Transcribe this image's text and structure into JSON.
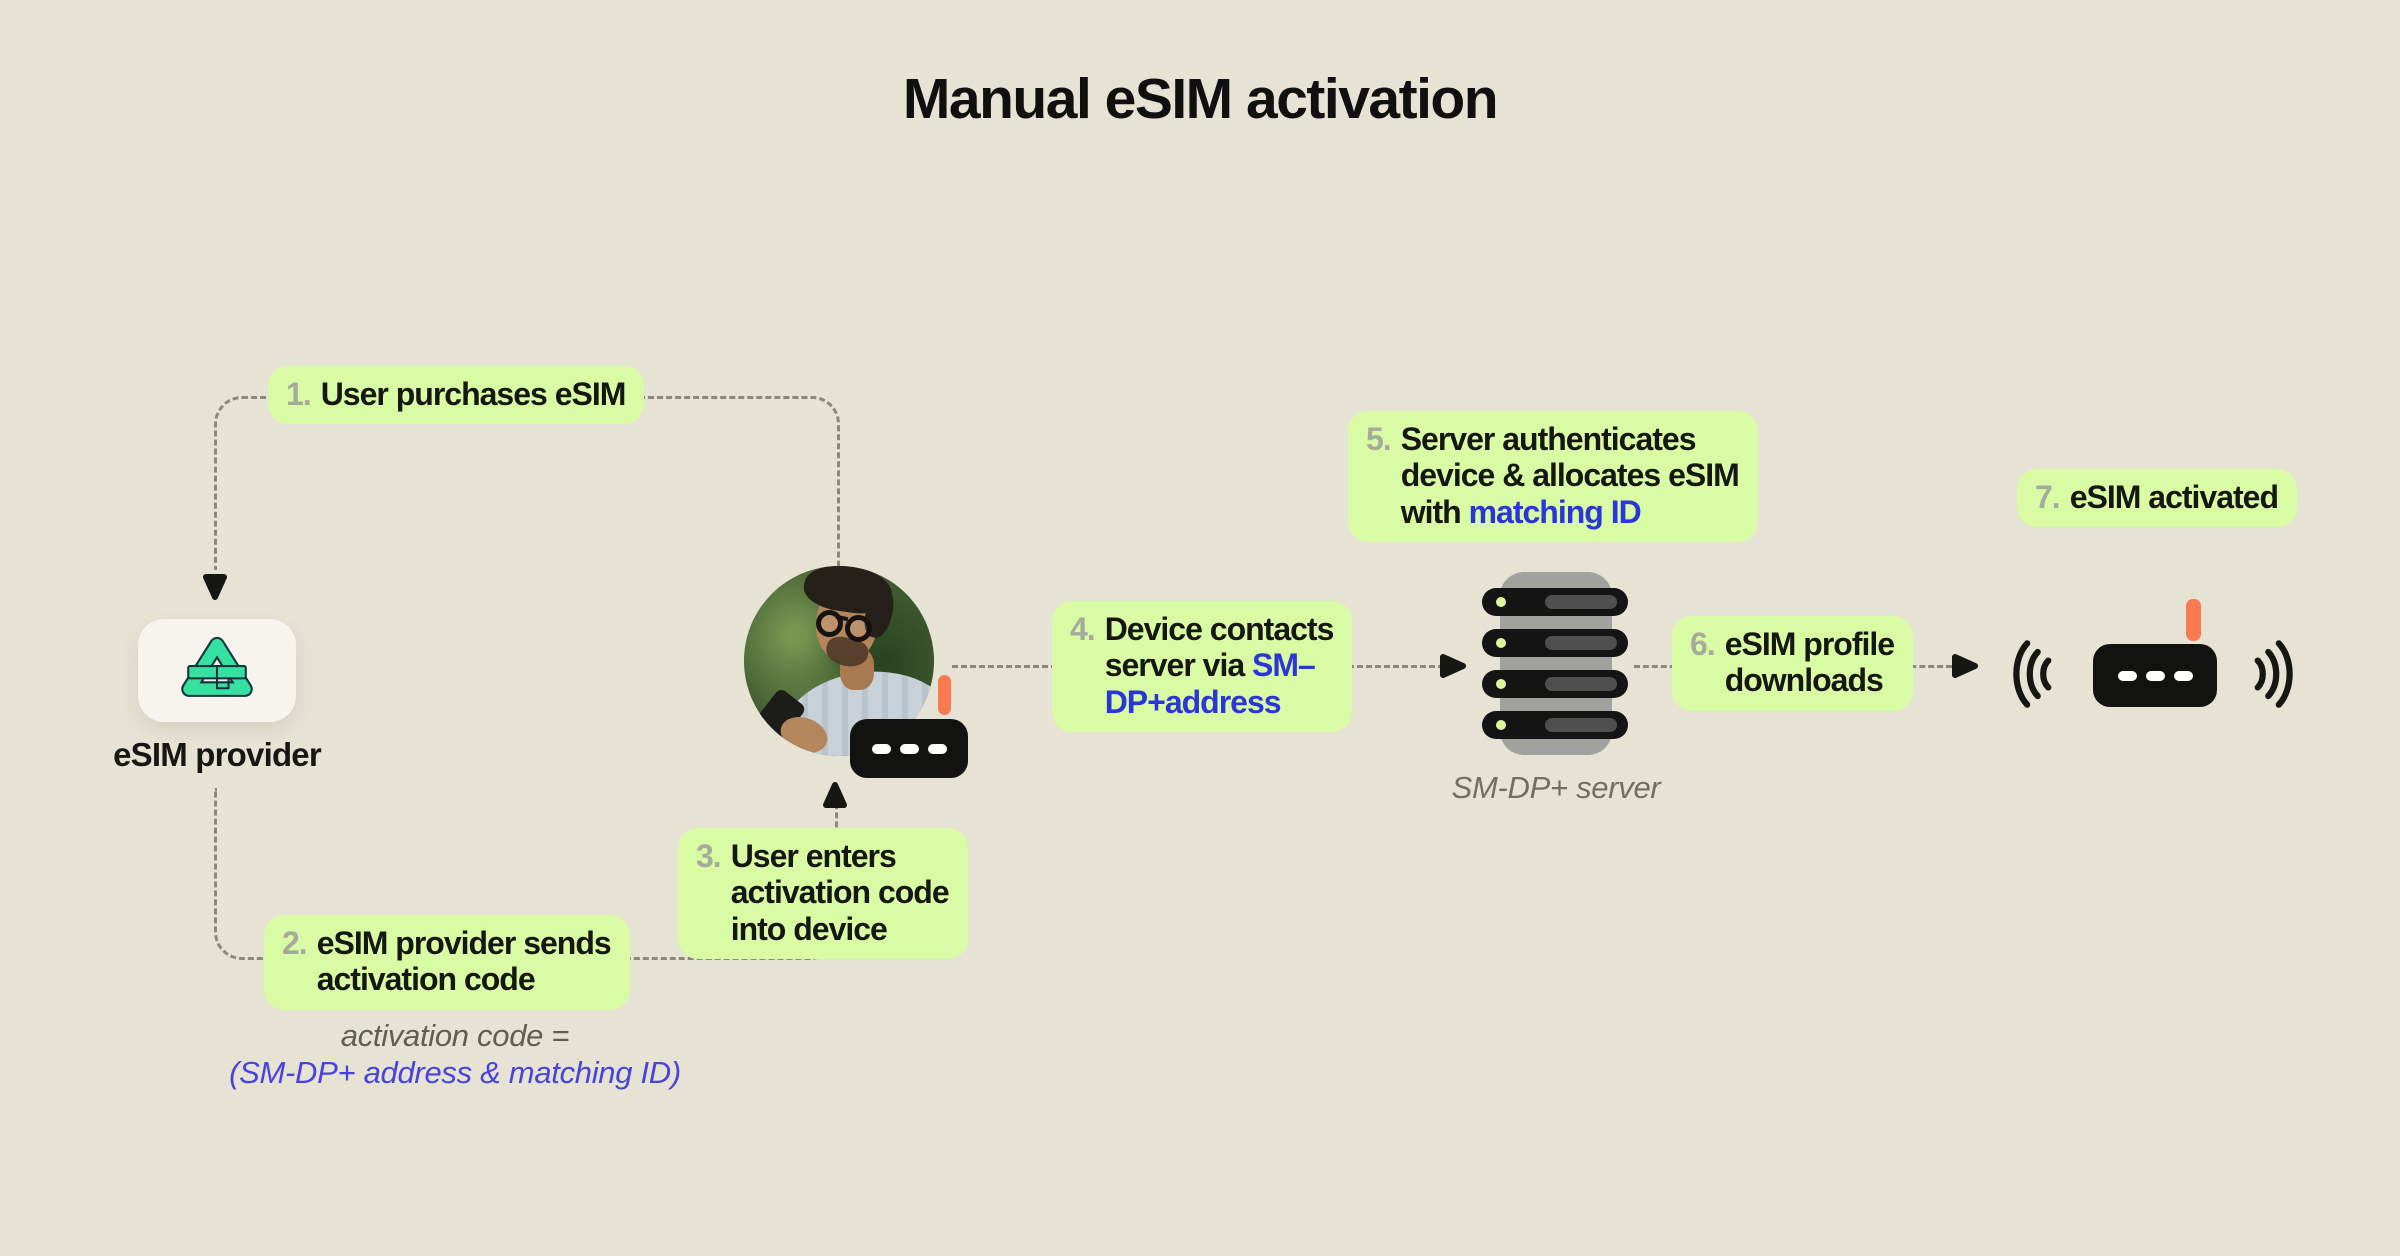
{
  "title": "Manual eSIM activation",
  "steps": {
    "1": {
      "num": "1.",
      "line1": "User purchases eSIM"
    },
    "2": {
      "num": "2.",
      "line1": "eSIM provider sends",
      "line2": "activation code"
    },
    "3": {
      "num": "3.",
      "line1": "User enters",
      "line2": "activation code",
      "line3": "into device"
    },
    "4": {
      "num": "4.",
      "line1": "Device contacts",
      "line2_pre": "server via ",
      "line2_blue": "SM–",
      "line3_blue": "DP+address"
    },
    "5": {
      "num": "5.",
      "line1": "Server authenticates",
      "line2": "device & allocates eSIM",
      "line3_pre": "with ",
      "line3_blue": "matching ID"
    },
    "6": {
      "num": "6.",
      "line1": "eSIM profile",
      "line2": "downloads"
    },
    "7": {
      "num": "7.",
      "line1": "eSIM activated"
    }
  },
  "labels": {
    "provider": "eSIM provider",
    "server": "SM-DP+ server",
    "note_line1": "activation code =",
    "note_line2": "(SM-DP+ address & matching ID)"
  },
  "colors": {
    "background": "#e6e3d5",
    "pill_green": "#d8fba4",
    "step_number_gray": "#a5ab9c",
    "text_black": "#161613",
    "highlight_blue": "#2b36d8",
    "note_blue": "#4a42dc",
    "note_gray": "#5f5e55",
    "accent_orange": "#fa7a4f",
    "logo_teal": "#35e0a1",
    "dash_gray": "#8b897d",
    "server_gray": "#a1a19e"
  }
}
